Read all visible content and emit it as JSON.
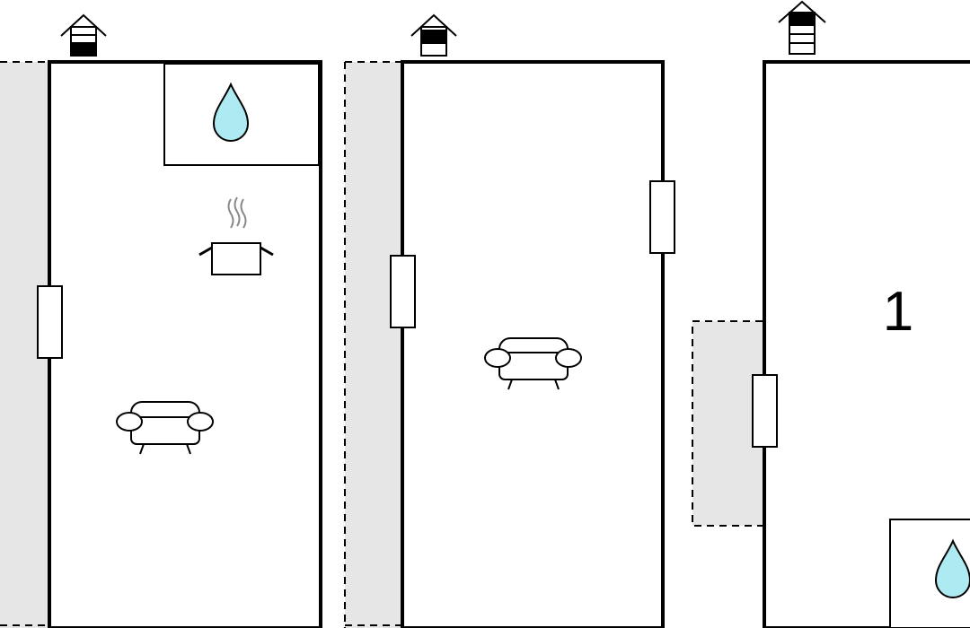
{
  "floor_plan": {
    "floor_levels": [
      {
        "level": "ground",
        "icon": "floor-level-ground-icon"
      },
      {
        "level": "first",
        "icon": "floor-level-first-icon"
      },
      {
        "level": "second",
        "icon": "floor-level-second-icon"
      }
    ],
    "rooms": [
      {
        "room_features": [
          "bathroom",
          "kitchen",
          "living-area"
        ]
      },
      {
        "room_features": [
          "living-area"
        ]
      },
      {
        "label": "1",
        "room_features": [
          "bathroom"
        ]
      }
    ],
    "colors": {
      "wall": "#000000",
      "outdoor_area": "#e6e6e6",
      "water": "#aeeaf2",
      "steam": "#888888",
      "background": "#ffffff"
    }
  }
}
